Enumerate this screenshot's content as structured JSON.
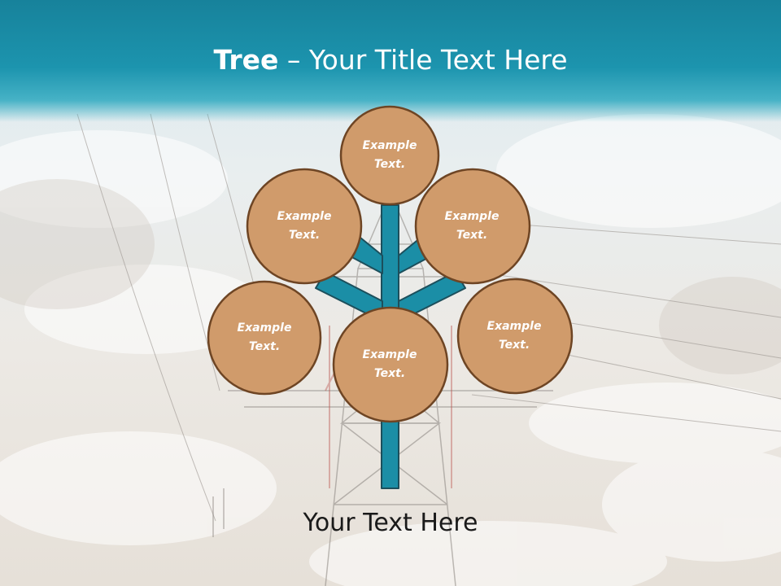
{
  "title": {
    "bold": "Tree",
    "separator": " – ",
    "rest": "Your Title Text Here"
  },
  "caption": "Your Text Here",
  "diagram": {
    "circles": [
      {
        "id": "top",
        "line1": "Example",
        "line2": "Text."
      },
      {
        "id": "upper-left",
        "line1": "Example",
        "line2": "Text."
      },
      {
        "id": "upper-right",
        "line1": "Example",
        "line2": "Text."
      },
      {
        "id": "lower-left",
        "line1": "Example",
        "line2": "Text."
      },
      {
        "id": "center",
        "line1": "Example",
        "line2": "Text."
      },
      {
        "id": "lower-right",
        "line1": "Example",
        "line2": "Text."
      }
    ]
  },
  "colors": {
    "circle_fill": "#d09b6b",
    "circle_stroke": "#6e4524",
    "trunk_fill": "#1b8ea6",
    "trunk_stroke": "#1c4f5c",
    "title_bar": "#1c94ae"
  }
}
